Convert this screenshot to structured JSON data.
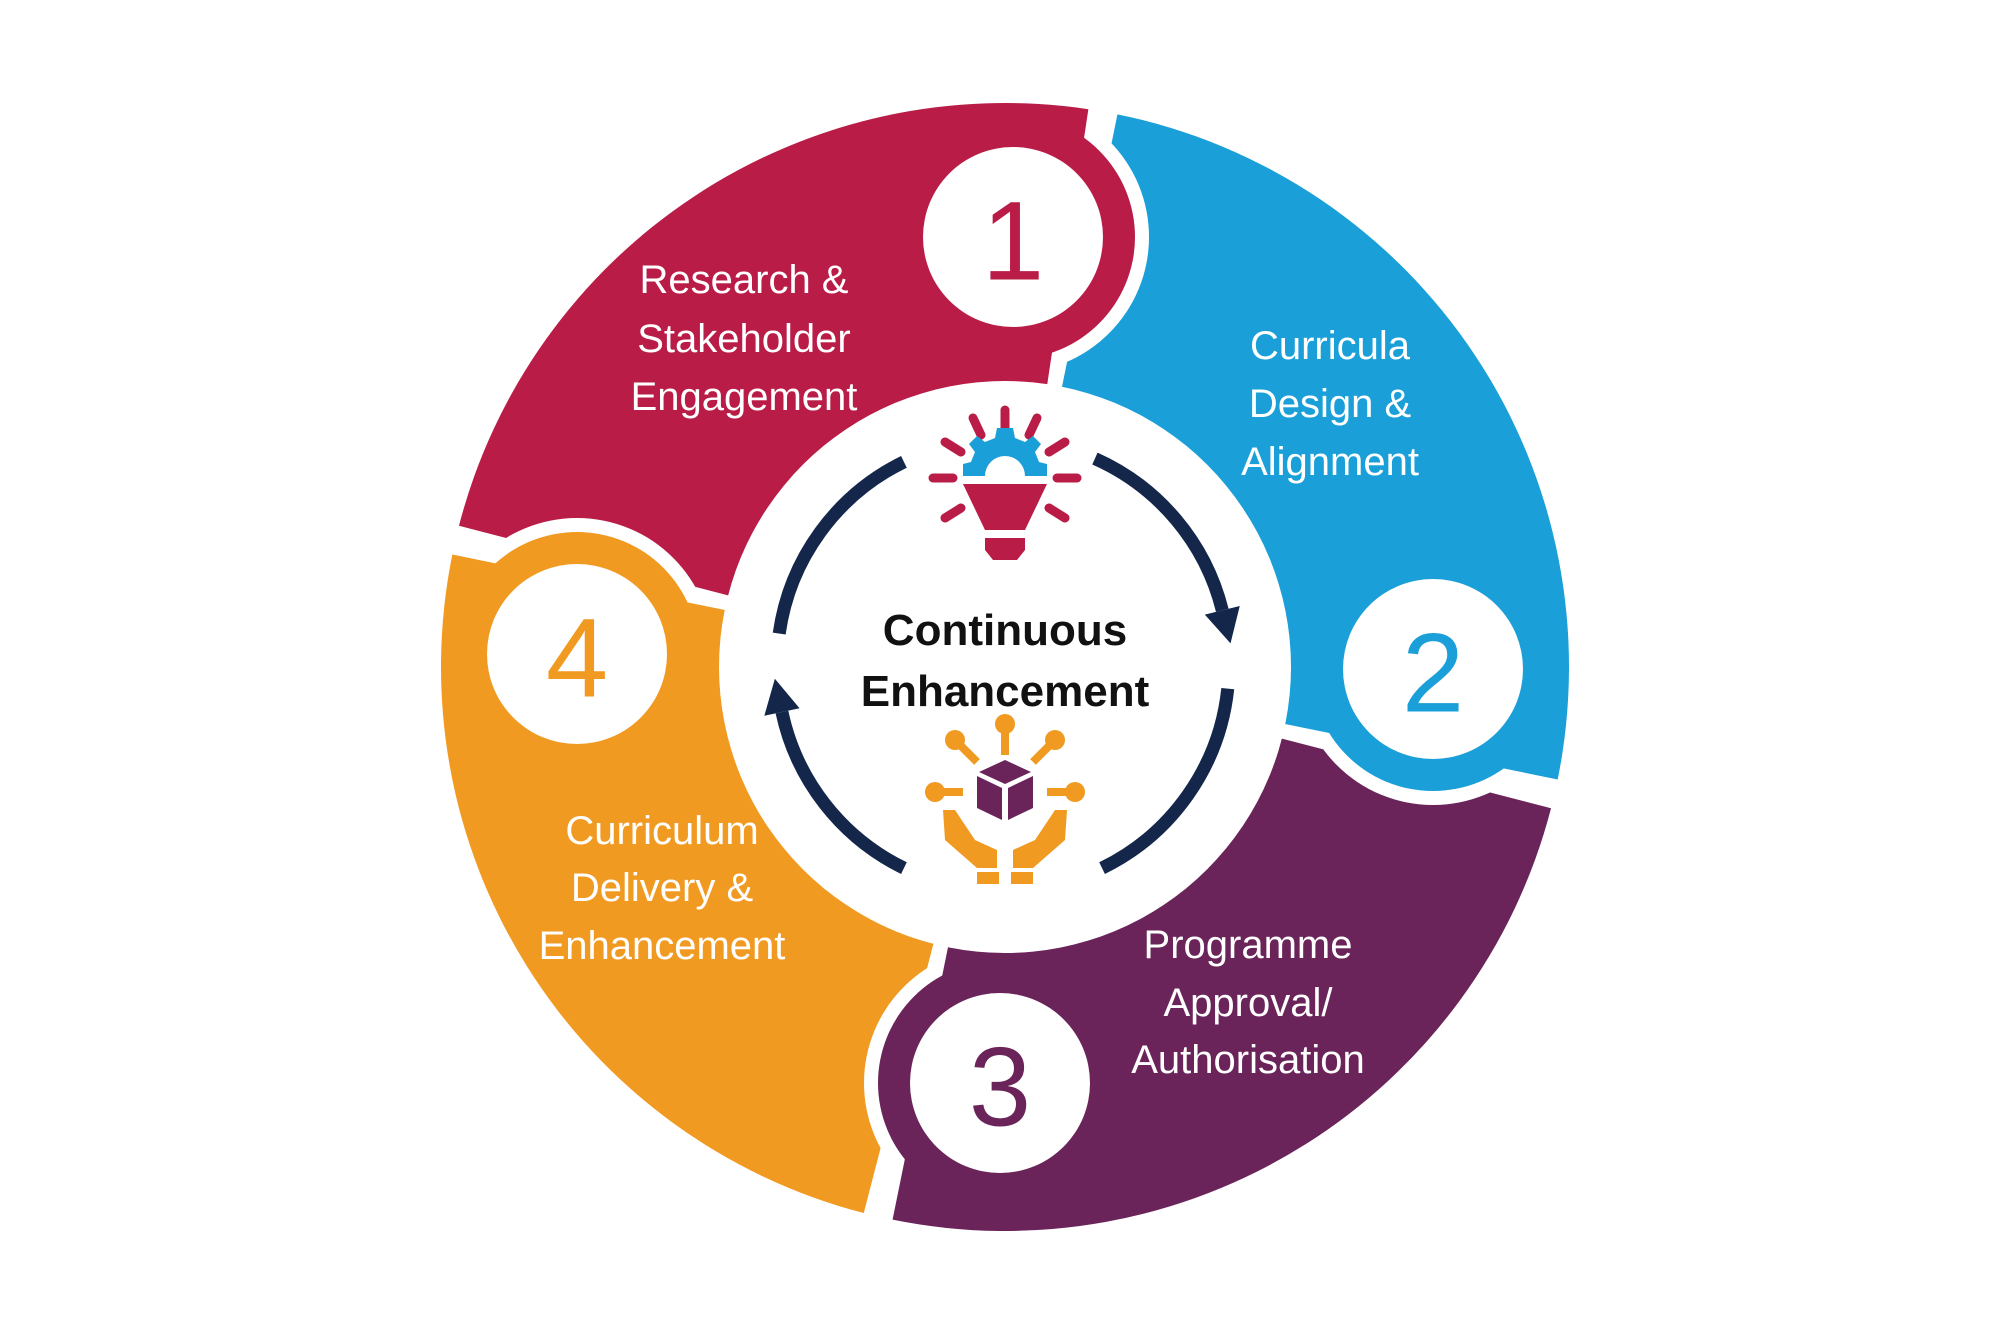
{
  "center": {
    "line1": "Continuous",
    "line2": "Enhancement"
  },
  "colors": {
    "red": "#B91C47",
    "blue": "#1A9FD8",
    "purple": "#6A2459",
    "orange": "#F19A21",
    "navy": "#14274B"
  },
  "stages": [
    {
      "number": "1",
      "lines": [
        "Research &",
        "Stakeholder",
        "Engagement"
      ],
      "color": "#B91C47"
    },
    {
      "number": "2",
      "lines": [
        "Curricula",
        "Design &",
        "Alignment"
      ],
      "color": "#1A9FD8"
    },
    {
      "number": "3",
      "lines": [
        "Programme",
        "Approval/",
        "Authorisation"
      ],
      "color": "#6A2459"
    },
    {
      "number": "4",
      "lines": [
        "Curriculum",
        "Delivery &",
        "Enhancement"
      ],
      "color": "#F19A21"
    }
  ],
  "icons": {
    "top": "lightbulb-gear-icon",
    "bottom": "hands-box-network-icon"
  }
}
